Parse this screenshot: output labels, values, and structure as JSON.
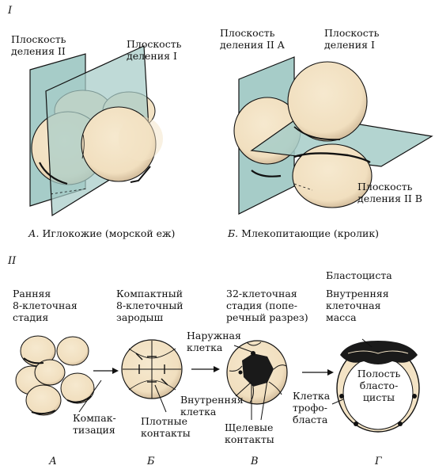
{
  "colors": {
    "cell": "#f3e3c5",
    "glass": "#a6ccc8",
    "ink": "#111111",
    "cavity": "#ffffff"
  },
  "part1": {
    "section_label": "I",
    "panel_a": {
      "plane2_label": [
        "Плоскость",
        "деления II"
      ],
      "plane1_label": [
        "Плоскость",
        "деления I"
      ],
      "caption_letter": "А.",
      "caption": "Иглокожие (морской еж)"
    },
    "panel_b": {
      "plane2a_label": [
        "Плоскость",
        "деления II A"
      ],
      "plane1_label": [
        "Плоскость",
        "деления I"
      ],
      "plane2b_label": [
        "Плоскость",
        "деления II B"
      ],
      "caption_letter": "Б.",
      "caption": "Млекопитающие (кролик)"
    }
  },
  "part2": {
    "section_label": "II",
    "stage_a": {
      "title": [
        "Ранняя",
        "8-клеточная",
        "стадия"
      ],
      "arrow_label": [
        "Компак-",
        "тизация"
      ],
      "letter": "А"
    },
    "stage_b": {
      "title": [
        "Компактный",
        "8-клеточный",
        "зародыш"
      ],
      "tight_junctions": [
        "Плотные",
        "контакты"
      ],
      "letter": "Б"
    },
    "stage_c": {
      "title": [
        "32-клеточная",
        "стадия (попе-",
        "речный разрез)"
      ],
      "outer_cell": [
        "Наружная",
        "клетка"
      ],
      "inner_cell": [
        "Внутренняя",
        "клетка"
      ],
      "gap_junctions": [
        "Щелевые",
        "контакты"
      ],
      "letter": "В"
    },
    "stage_d": {
      "title": "Бластоциста",
      "inner_mass": [
        "Внутренняя",
        "клеточная",
        "масса"
      ],
      "cavity": [
        "Полость",
        "бласто-",
        "цисты"
      ],
      "trophoblast": [
        "Клетка",
        "трофо-",
        "бласта"
      ],
      "letter": "Г"
    }
  }
}
